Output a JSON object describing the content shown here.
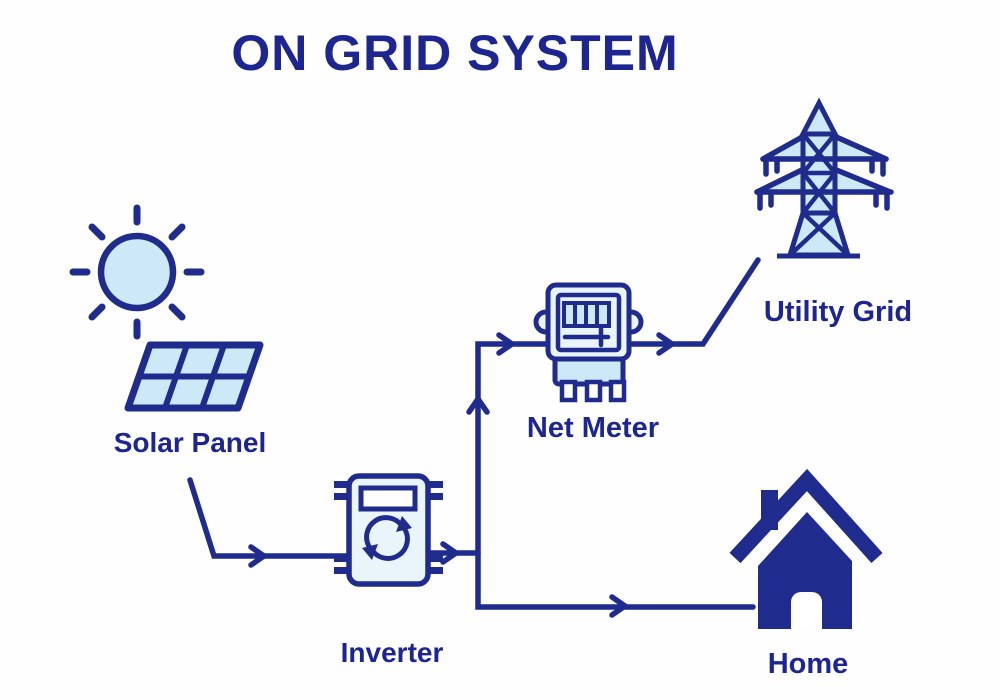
{
  "title": "ON GRID SYSTEM",
  "labels": {
    "solar_panel": "Solar Panel",
    "inverter": "Inverter",
    "net_meter": "Net Meter",
    "utility_grid": "Utility Grid",
    "home": "Home"
  },
  "icons": {
    "sun": "sun-icon",
    "solar_panel": "solar-panel-icon",
    "inverter": "inverter-icon",
    "sync": "sync-arrows-icon",
    "net_meter": "net-meter-icon",
    "utility_grid": "transmission-tower-icon",
    "home": "house-icon",
    "flow_arrows": "arrow-right-icon / arrow-up-icon"
  },
  "colors": {
    "navy": "#1f2b8d",
    "text_navy": "#1c2590",
    "light_blue": "#cde9f7",
    "pale_blue": "#eaf4fb",
    "display_blue": "#d9ecf8",
    "bg": "#fefefe"
  }
}
